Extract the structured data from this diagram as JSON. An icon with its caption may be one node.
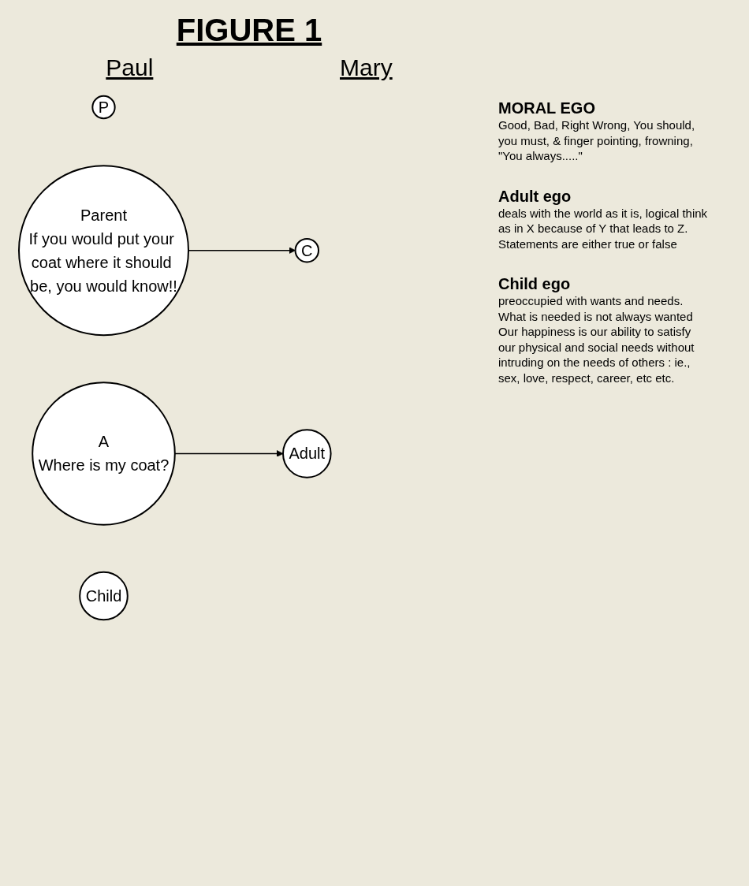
{
  "diagram": {
    "title": "FIGURE 1",
    "nodes": [
      {
        "text": [
          "P"
        ]
      },
      {
        "text": [
          "Parent",
          "If you would put your coat where it should be, you would know!!"
        ]
      },
      {
        "text": [
          "A",
          "Where is my coat?"
        ]
      },
      {
        "text": [
          "Adult"
        ]
      },
      {
        "text": [
          "C"
        ]
      },
      {
        "text": [
          "Child"
        ]
      }
    ],
    "edges": [
      {
        "from": 2,
        "to": 3,
        "arrow": "to"
      },
      {
        "from": 1,
        "to": 4,
        "arrow": "to"
      }
    ],
    "labels": [
      "Paul",
      "Mary",
      "MORAL EGO",
      "Good, Bad, Right Wrong, You should, you must, & finger pointing, frowning, \"You always.....\"",
      "Adult ego",
      "deals with the world as it is, logical think as in X because of Y that leads to Z. Statements are either true or false",
      "Child ego",
      "preoccupied with wants and needs. What is needed is not always wanted Our happiness is our ability to satisfy our physical and social needs without intruding on the needs of others : ie., sex, love, respect, career, etc etc."
    ]
  }
}
